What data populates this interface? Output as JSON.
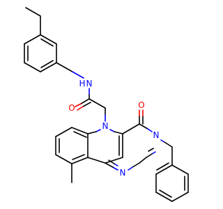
{
  "structure": {
    "atoms": {
      "amide_n": "N",
      "amide_h": "H",
      "amide_o": "O",
      "indole_n": "N",
      "ring_o": "O",
      "n3": "N",
      "n1": "N"
    }
  },
  "colors": {
    "bond": "#000000",
    "nitrogen": "#0000ff",
    "oxygen": "#ff0000",
    "background": "#ffffff"
  }
}
